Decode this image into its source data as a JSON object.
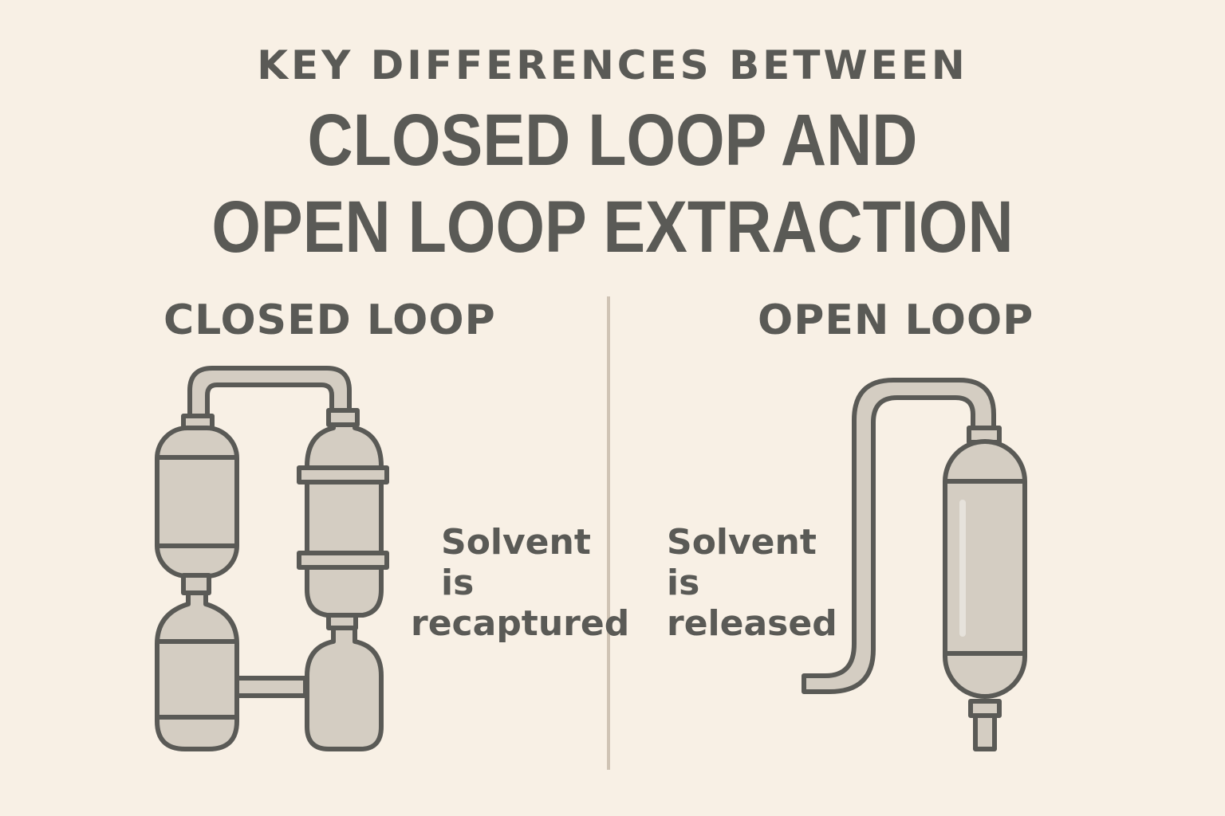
{
  "header": {
    "subtitle": "KEY DIFFERENCES BETWEEN",
    "title_line1": "CLOSED LOOP AND",
    "title_line2": "OPEN LOOP EXTRACTION"
  },
  "left_panel": {
    "heading": "CLOSED LOOP",
    "caption": {
      "line1": "Solvent",
      "line2": "is",
      "line3": "recaptured"
    },
    "illustration": "closed-loop-extractor-icon"
  },
  "right_panel": {
    "heading": "OPEN LOOP",
    "caption": {
      "line1": "Solvent",
      "line2": "is",
      "line3": "released"
    },
    "illustration": "open-loop-extractor-icon"
  },
  "colors": {
    "background": "#f8f0e5",
    "text": "#5a5a56",
    "outline": "#5a5a56",
    "fill": "#d4cdc2",
    "divider": "#cfc3b4"
  }
}
